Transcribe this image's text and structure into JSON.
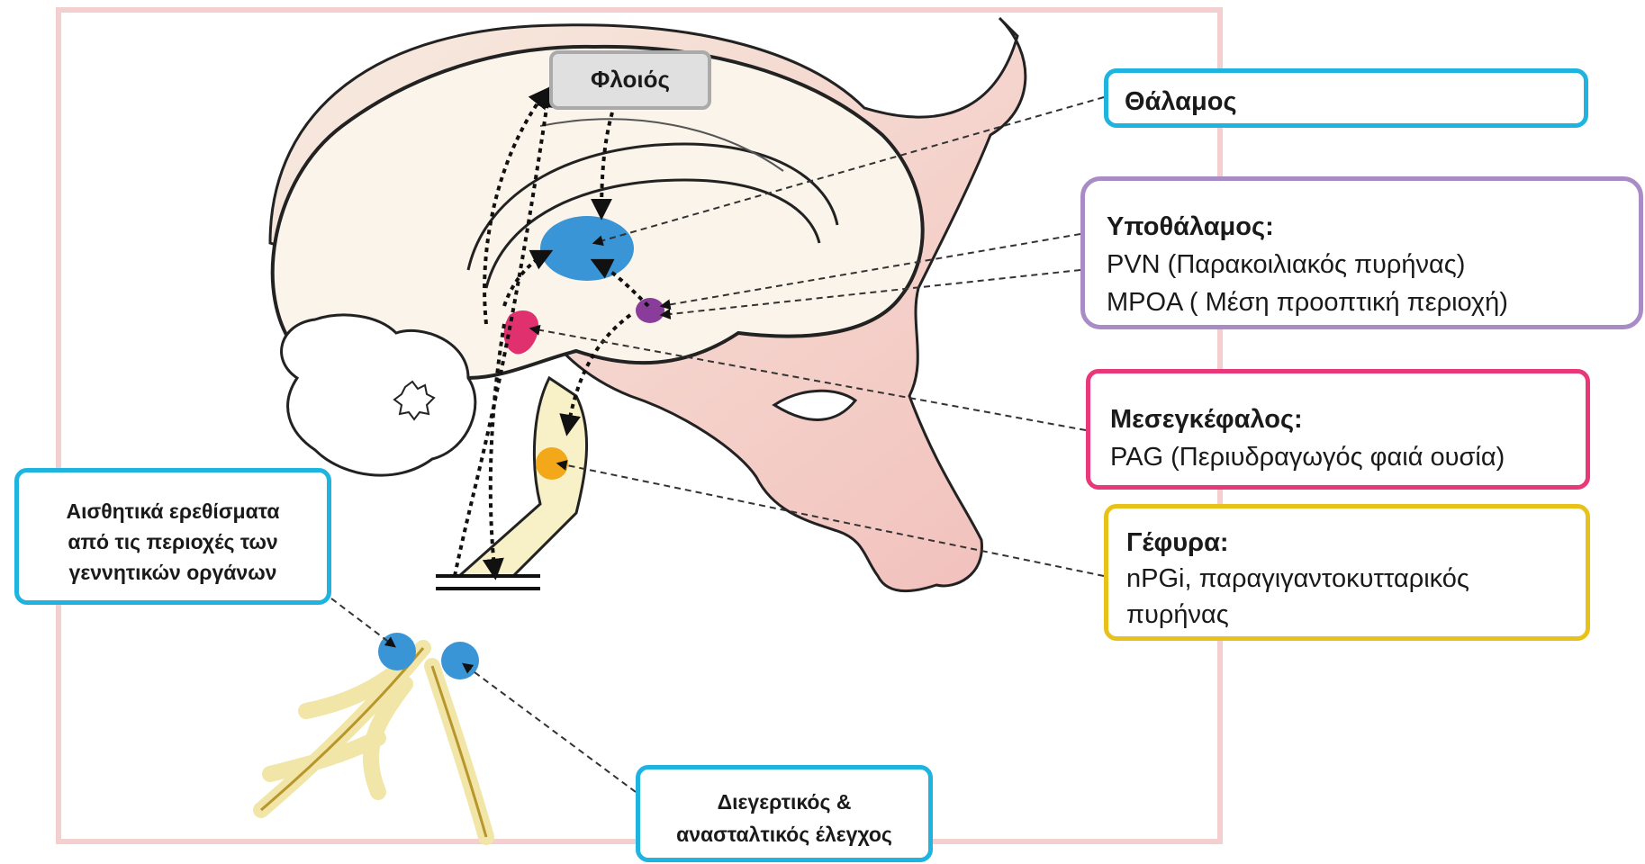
{
  "cortex": {
    "label": "Φλοιός"
  },
  "thalamus": {
    "title": "Θάλαμος"
  },
  "hypothalamus": {
    "title": "Υποθάλαμος:",
    "lines": [
      "PVN (Παρακοιλιακός πυρήνας)",
      "MPOA ( Μέση προοπτική περιοχή)"
    ]
  },
  "midbrain": {
    "title": "Μεσεγκέφαλος:",
    "lines": [
      "PAG (Περιυδραγωγός φαιά ουσία)"
    ]
  },
  "pons": {
    "title": "Γέφυρα:",
    "lines": [
      "nPGi, παραγιγαντοκυτταρικός",
      "πυρήνας"
    ]
  },
  "sensory": {
    "lines": [
      "Αισθητικά ερεθίσματα",
      "από τις περιοχές των",
      "γεννητικών οργάνων"
    ]
  },
  "control": {
    "lines": [
      "Διεγερτικός &",
      "ανασταλτικός έλεγχος"
    ]
  },
  "colors": {
    "thalamus": "#3a95d6",
    "hypothalamus": "#8a3c9a",
    "midbrain": "#e0306e",
    "pons": "#f2a818",
    "spinal": "#3a95d6",
    "frame": "#f4cfcf"
  }
}
